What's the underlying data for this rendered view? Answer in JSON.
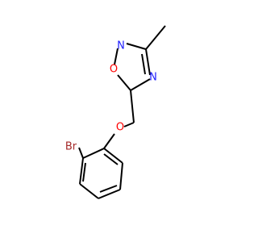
{
  "atoms": {
    "n_top": {
      "text": "N",
      "color": "#2020ff"
    },
    "o_ring": {
      "text": "O",
      "color": "#ff0000"
    },
    "n_right": {
      "text": "N",
      "color": "#2020ff"
    },
    "o_ether": {
      "text": "O",
      "color": "#ff0000"
    },
    "br": {
      "text": "Br",
      "color": "#a52a2a"
    }
  }
}
